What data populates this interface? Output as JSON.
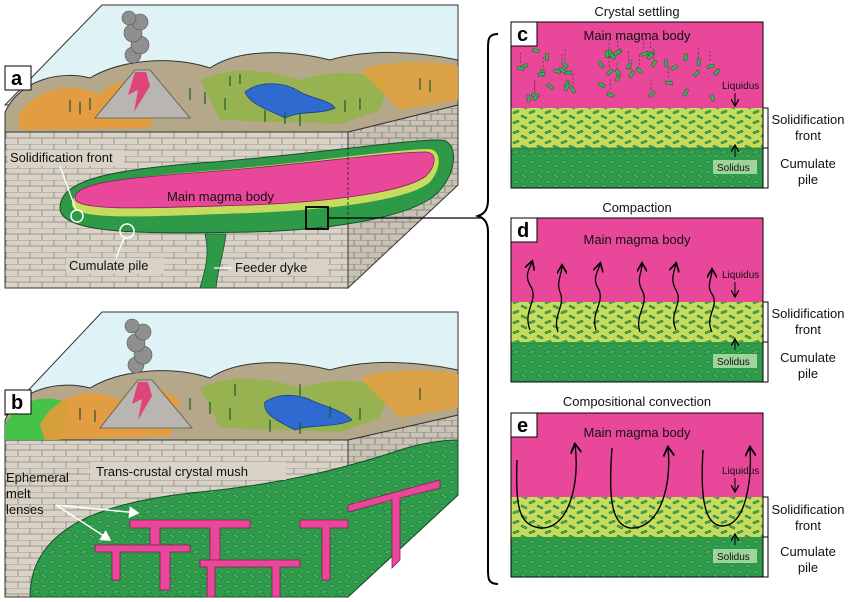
{
  "left_top": {
    "letter": "a",
    "solidification_front": "Solidification front",
    "main_magma_body": "Main magma body",
    "cumulate_pile": "Cumulate pile",
    "feeder_dyke": "Feeder dyke"
  },
  "left_bottom": {
    "letter": "b",
    "trans_crustal": "Trans-crustal crystal mush",
    "ephemeral_1": "Ephemeral",
    "ephemeral_2": "melt",
    "ephemeral_3": "lenses"
  },
  "panel_c": {
    "letter": "c",
    "heading": "Crystal settling",
    "main_magma_body": "Main magma body",
    "liquidus": "Liquidus",
    "solidus": "Solidus"
  },
  "panel_d": {
    "letter": "d",
    "heading": "Compaction",
    "main_magma_body": "Main magma body",
    "liquidus": "Liquidus",
    "solidus": "Solidus"
  },
  "panel_e": {
    "letter": "e",
    "heading": "Compositional convection",
    "main_magma_body": "Main magma body",
    "liquidus": "Liquidus",
    "solidus": "Solidus"
  },
  "right_labels": {
    "solidification_1": "Solidification",
    "solidification_2": "front",
    "cumulate_1": "Cumulate",
    "cumulate_2": "pile"
  },
  "colors": {
    "magma": "#e8479a",
    "mush_light": "#b8d64a",
    "cumulate": "#2e9a48",
    "brick": "#d8d2c6",
    "sky": "#dff3f6"
  }
}
